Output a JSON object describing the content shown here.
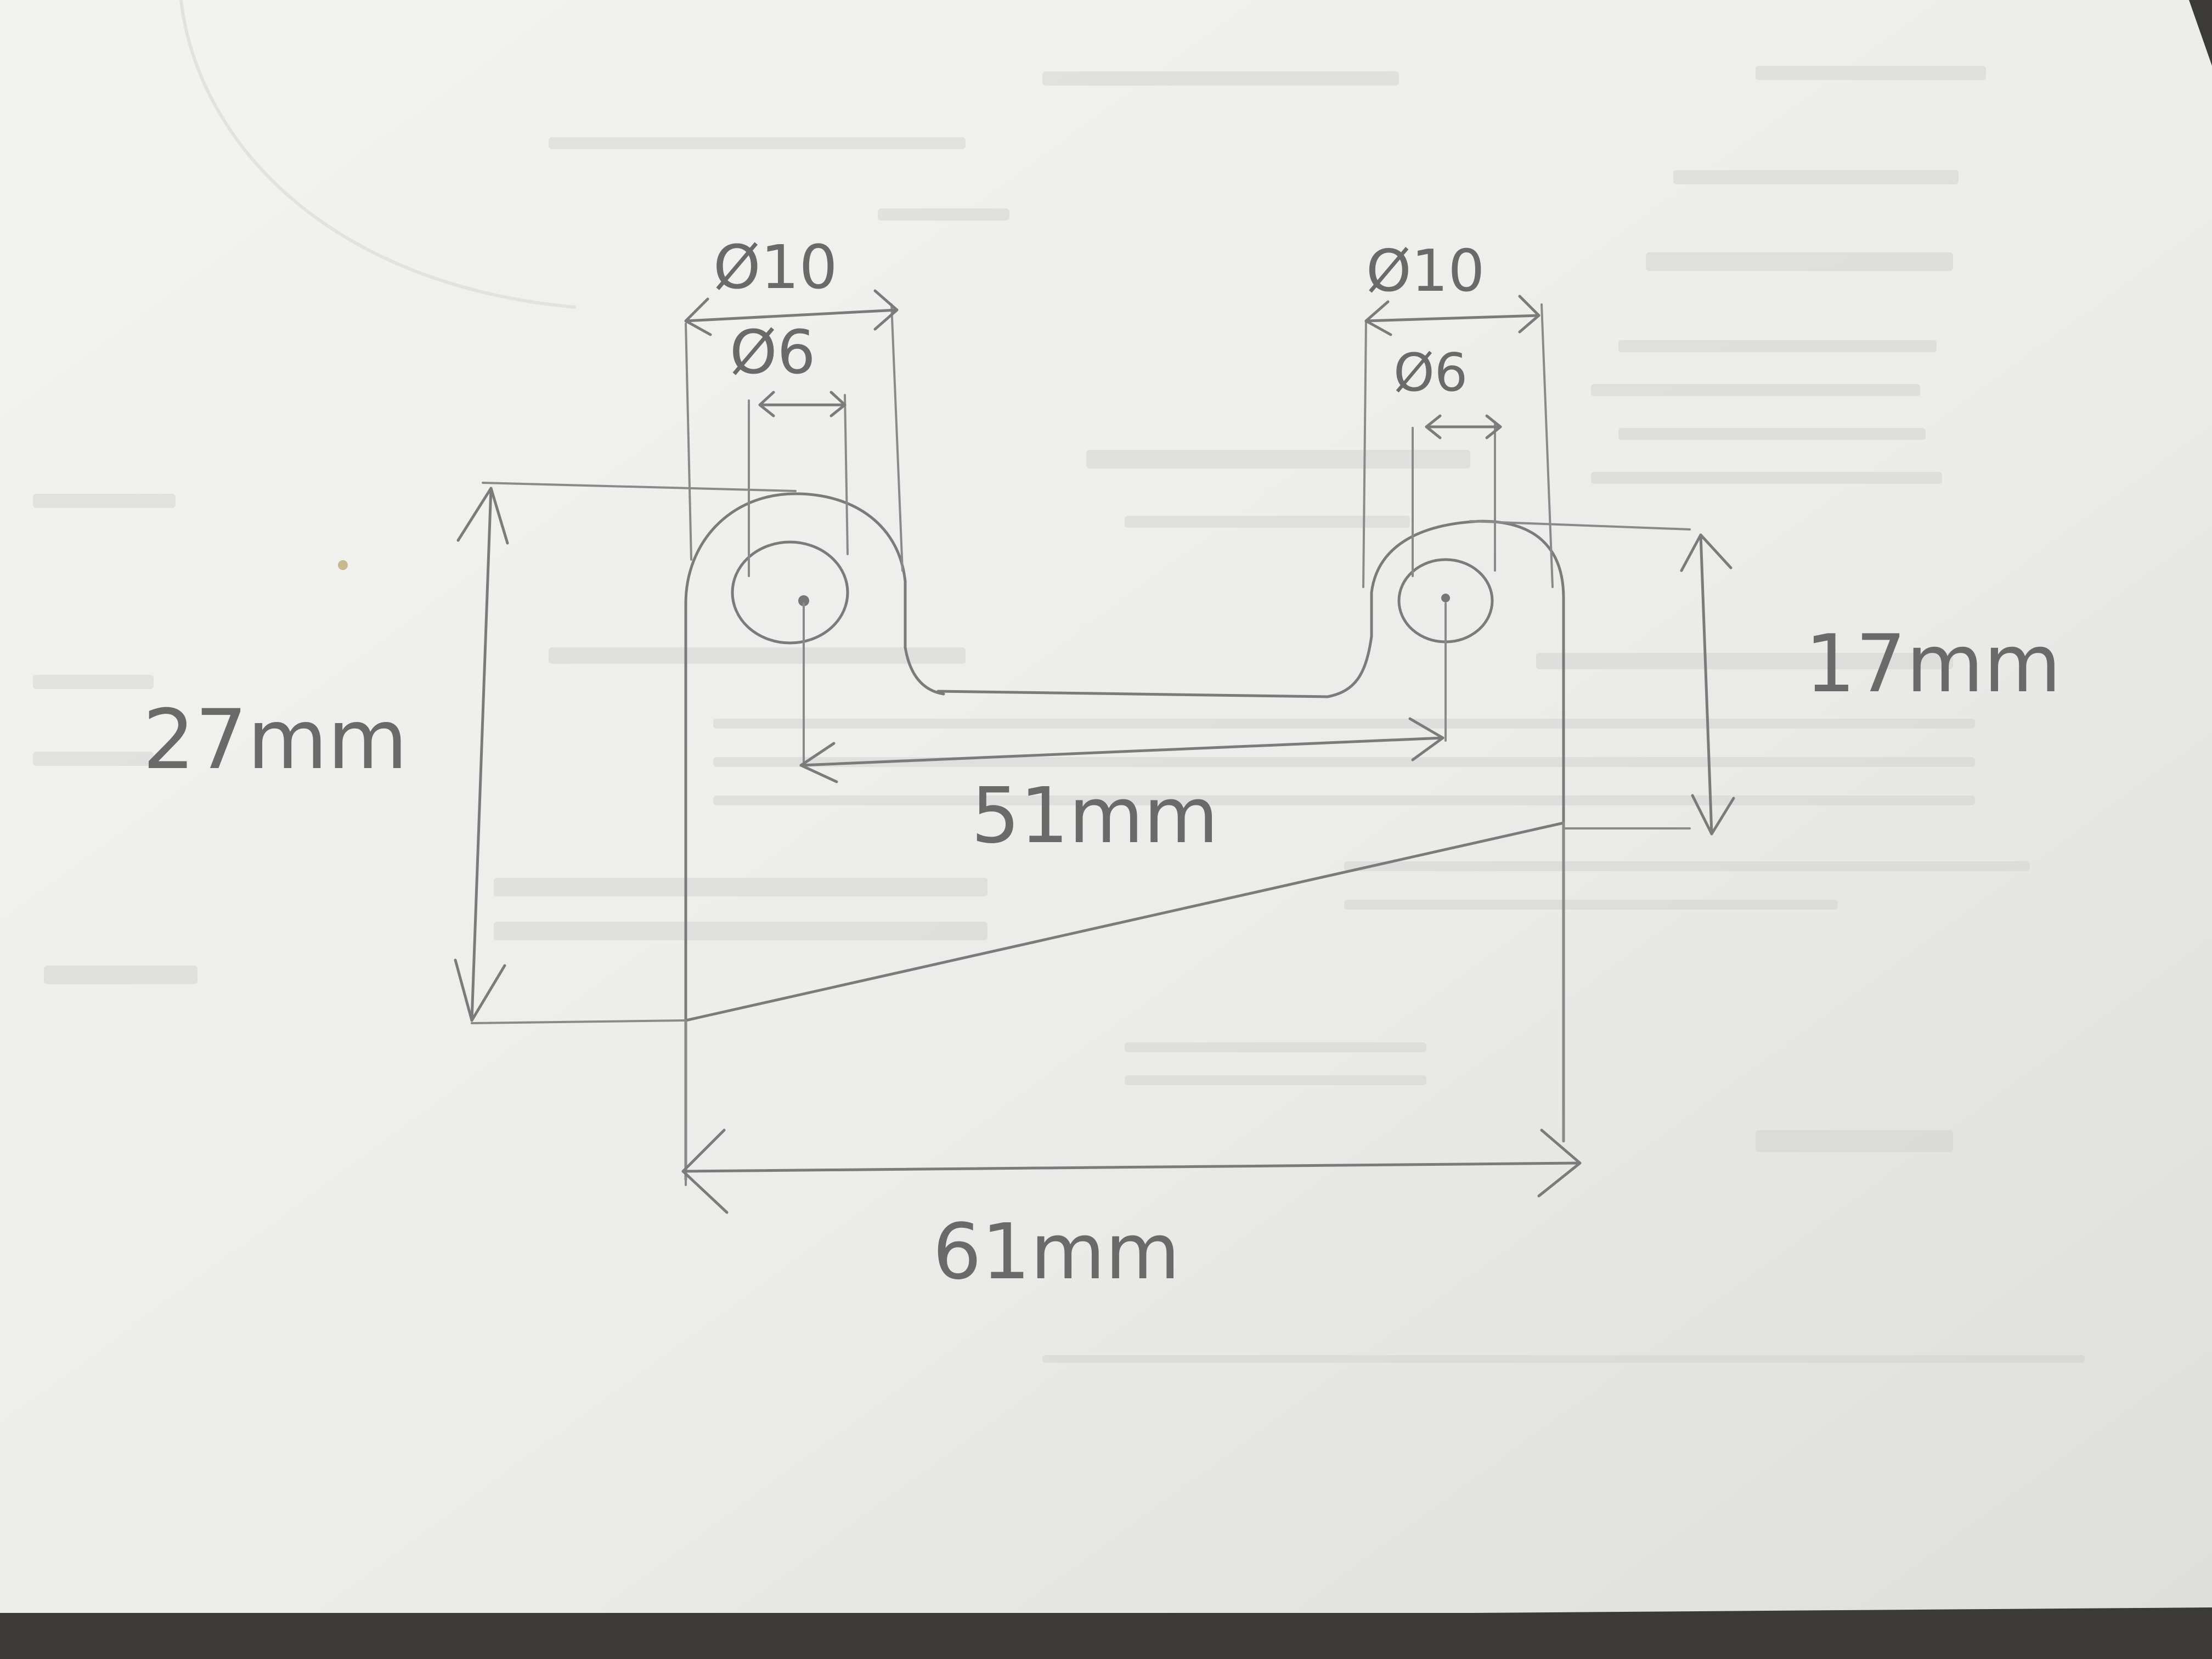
{
  "drawing": {
    "left_hole": {
      "outer_diameter_label": "Ø10",
      "inner_diameter_label": "Ø6"
    },
    "right_hole": {
      "outer_diameter_label": "Ø10",
      "inner_diameter_label": "Ø6"
    },
    "dimensions": {
      "left_height": "27mm",
      "right_height": "17mm",
      "hole_spacing": "51mm",
      "base_width": "61mm"
    }
  },
  "colors": {
    "paper": "#ececea",
    "pencil": "#7b7b7b",
    "background": "#3b3a38"
  }
}
